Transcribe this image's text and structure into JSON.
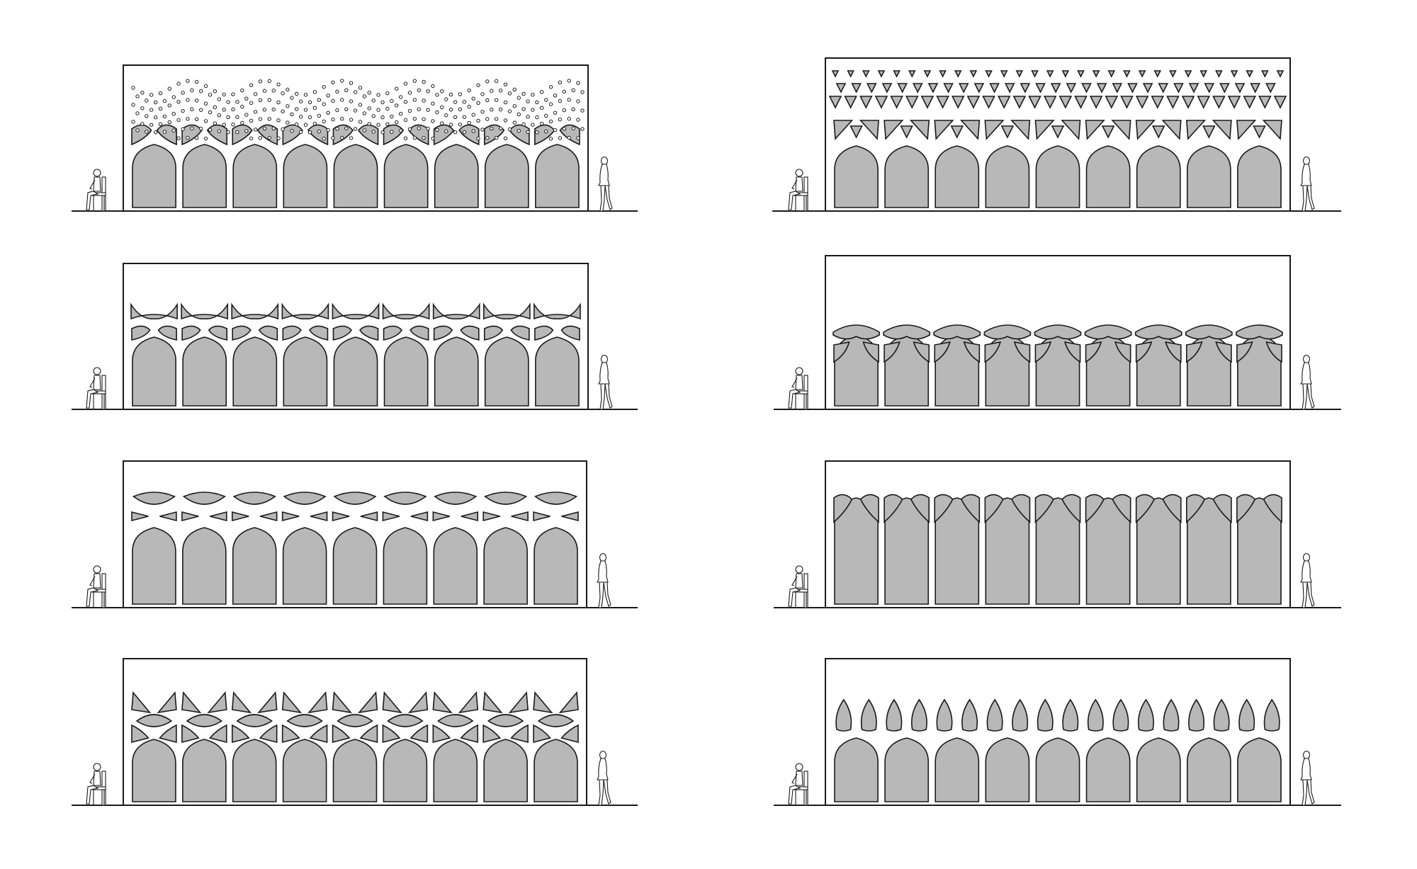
{
  "drawing": {
    "colors": {
      "line": "#1a1a1a",
      "fill": "#b8b8b8",
      "background": "#ffffff",
      "figure_fill": "#ffffff"
    },
    "arch_count": 9,
    "panels": [
      {
        "id": "p1",
        "column": "left",
        "row": 1,
        "variant": "dots-wave"
      },
      {
        "id": "p2",
        "column": "right",
        "row": 1,
        "variant": "triangles"
      },
      {
        "id": "p3",
        "column": "left",
        "row": 2,
        "variant": "fan-cusp"
      },
      {
        "id": "p4",
        "column": "right",
        "row": 2,
        "variant": "round-cap"
      },
      {
        "id": "p5",
        "column": "left",
        "row": 3,
        "variant": "lens"
      },
      {
        "id": "p6",
        "column": "right",
        "row": 3,
        "variant": "pointed"
      },
      {
        "id": "p7",
        "column": "left",
        "row": 4,
        "variant": "diamond"
      },
      {
        "id": "p8",
        "column": "right",
        "row": 4,
        "variant": "flame"
      }
    ]
  }
}
